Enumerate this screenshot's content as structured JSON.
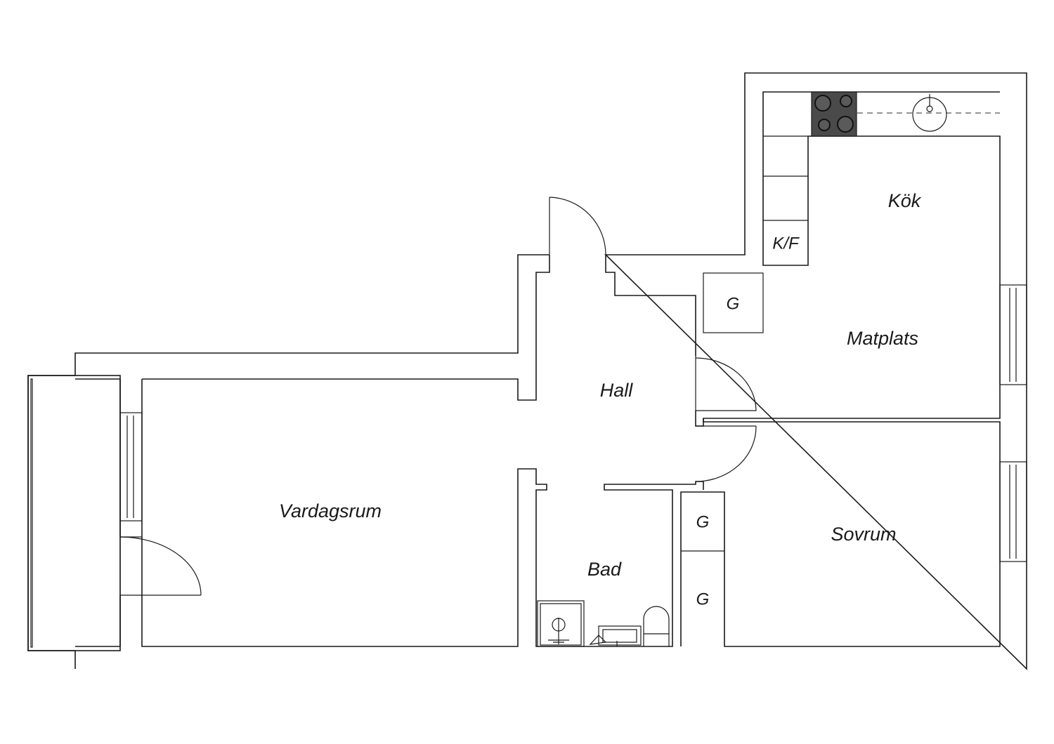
{
  "plan": {
    "line_color": "#1a1a1a",
    "stove_color": "#4a4a4a",
    "rooms": {
      "kitchen": "Kök",
      "dining": "Matplats",
      "hall": "Hall",
      "living": "Vardagsrum",
      "bathroom": "Bad",
      "bedroom": "Sovrum"
    },
    "labels": {
      "fridge_freezer": "K/F",
      "wardrobe": "G"
    }
  }
}
